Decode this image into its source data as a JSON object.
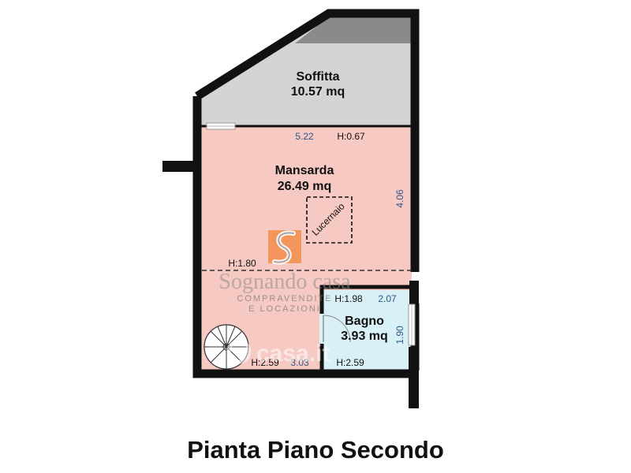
{
  "title": "Pianta Piano Secondo",
  "colors": {
    "wall": "#111111",
    "attic_fill": "#d4d4d4",
    "attic_dark": "#8a8a8a",
    "mansarda_fill": "#f6c9c3",
    "bagno_fill": "#d8f0f6",
    "dimension_text": "#2c5a86",
    "logo_orange": "#f07e2c"
  },
  "rooms": {
    "soffitta": {
      "name": "Soffitta",
      "area": "10.57 mq"
    },
    "mansarda": {
      "name": "Mansarda",
      "area": "26.49 mq"
    },
    "bagno": {
      "name": "Bagno",
      "area": "3.93 mq"
    }
  },
  "labels": {
    "lucernaio": "Lucernaio",
    "mansarda_width": "5.22",
    "mansarda_height_top": "H:0.67",
    "mansarda_depth": "4.06",
    "mansarda_height_mid": "H:1.80",
    "mansarda_height_bottom": "H:2.59",
    "mansarda_width_bottom": "3.03",
    "bagno_height_top": "H:1.98",
    "bagno_width": "2.07",
    "bagno_depth": "1.90",
    "bagno_height_bottom": "H:2.59"
  },
  "watermark": {
    "brand": "Sognando casa",
    "line1": "COMPRAVENDITE",
    "line2": "E LOCAZIONI",
    "portal": "casa.it"
  },
  "icons": [
    "spiral-staircase-icon",
    "door-swing-icon",
    "window-icon",
    "logo-s-icon"
  ]
}
